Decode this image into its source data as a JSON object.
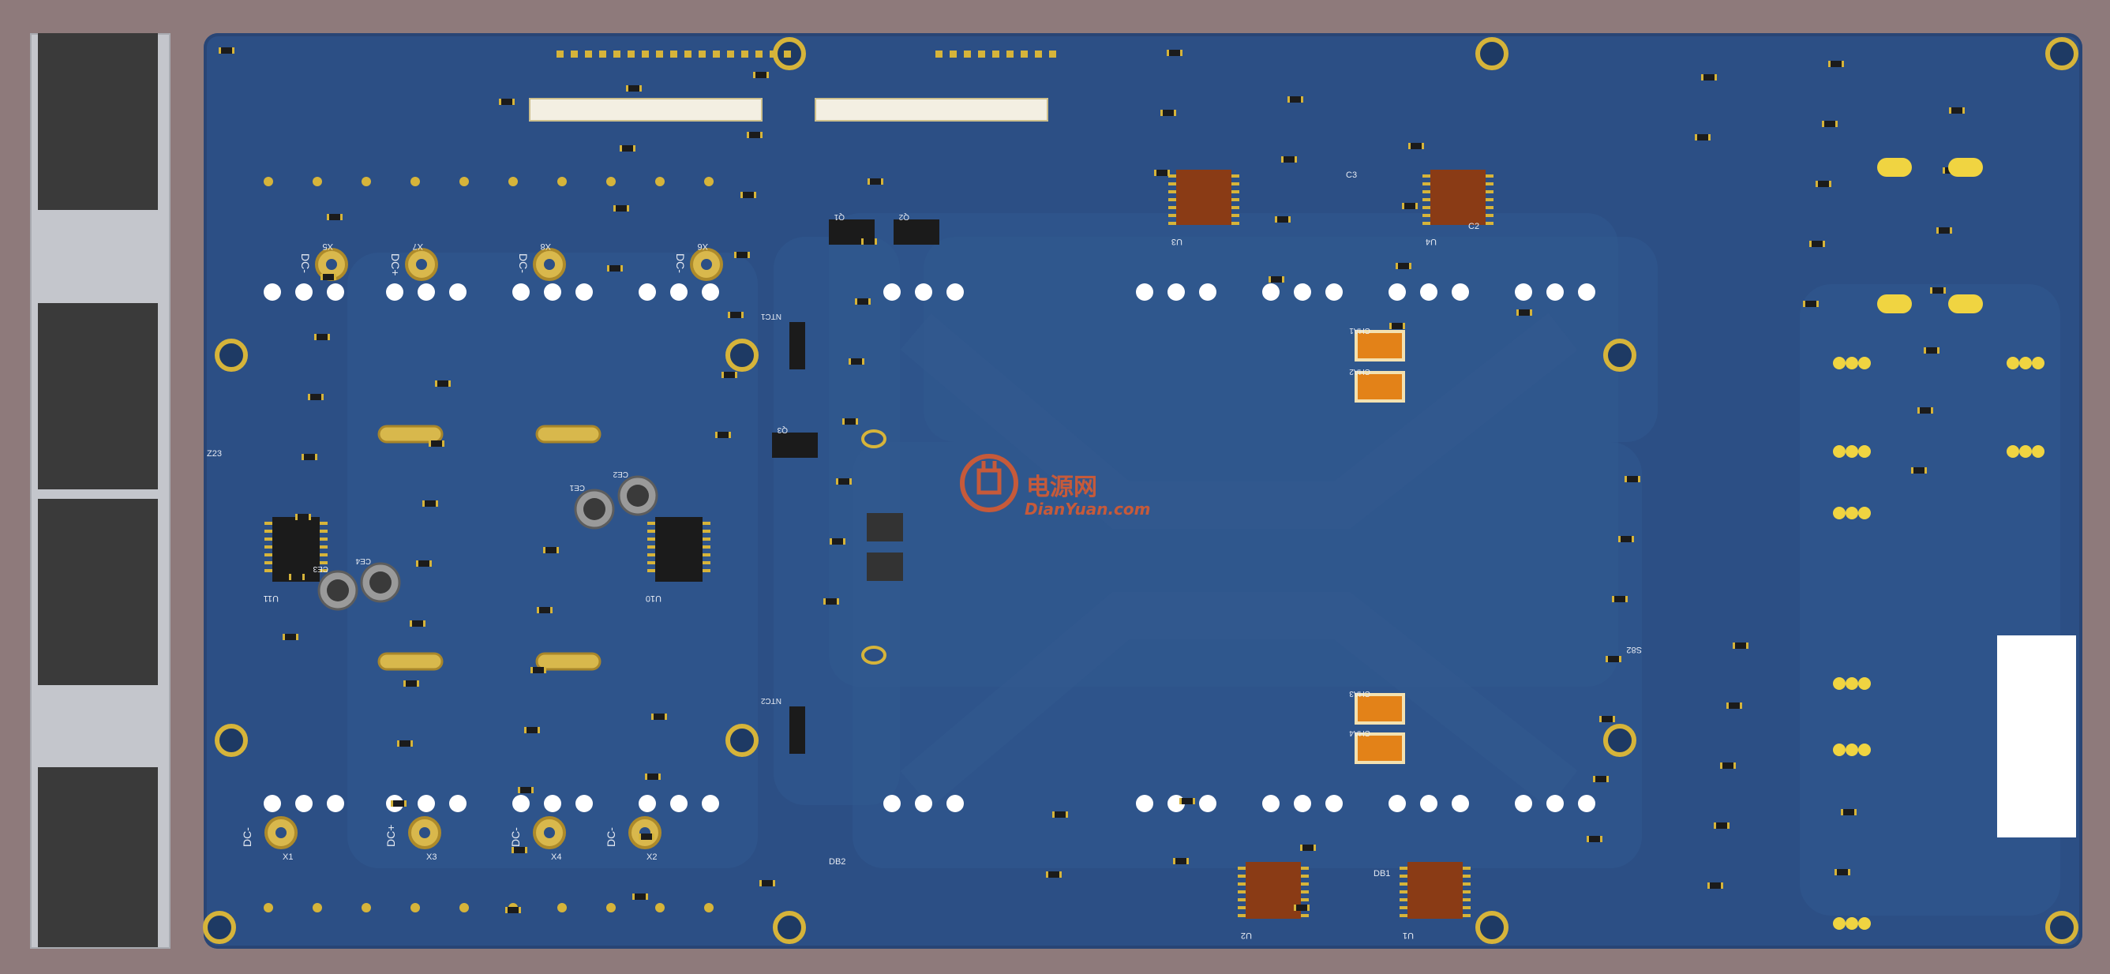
{
  "board": {
    "watermark": {
      "brand_cn": "电源网",
      "brand_en": "DianYuan.com",
      "logo_icon": "plug-icon"
    },
    "colors": {
      "substrate": "#2c4f85",
      "copper_pour": "#32598f",
      "pad_gold": "#d6b43a",
      "pad_silver": "#ffffff",
      "component_black": "#1b1b1b",
      "inductor_brown": "#8a3b15",
      "tantalum_orange": "#e38218",
      "silkscreen": "#e7ebf3"
    },
    "terminals": [
      {
        "ref": "X5",
        "net": "DC-"
      },
      {
        "ref": "X7",
        "net": "DC+"
      },
      {
        "ref": "X8",
        "net": "DC-"
      },
      {
        "ref": "X6",
        "net": "DC-"
      },
      {
        "ref": "X1",
        "net": "DC-"
      },
      {
        "ref": "X3",
        "net": "DC+"
      },
      {
        "ref": "X4",
        "net": "DC-"
      },
      {
        "ref": "X2",
        "net": "DC-"
      }
    ],
    "ics": [
      {
        "ref": "U11"
      },
      {
        "ref": "U10"
      },
      {
        "ref": "U2"
      },
      {
        "ref": "U1"
      },
      {
        "ref": "U3"
      },
      {
        "ref": "U4"
      }
    ],
    "mosfets": [
      "Q1",
      "Q2",
      "Q3"
    ],
    "electrolytics": [
      "CE1",
      "CE2",
      "CE3",
      "CE4"
    ],
    "inductors": [
      "CHA1",
      "CHA2",
      "CHA3",
      "CHA4"
    ],
    "ntc": [
      "NTC1",
      "NTC2"
    ],
    "misc_labels": [
      "Z23",
      "S82",
      "C2",
      "C3",
      "DB1",
      "DB2"
    ]
  }
}
